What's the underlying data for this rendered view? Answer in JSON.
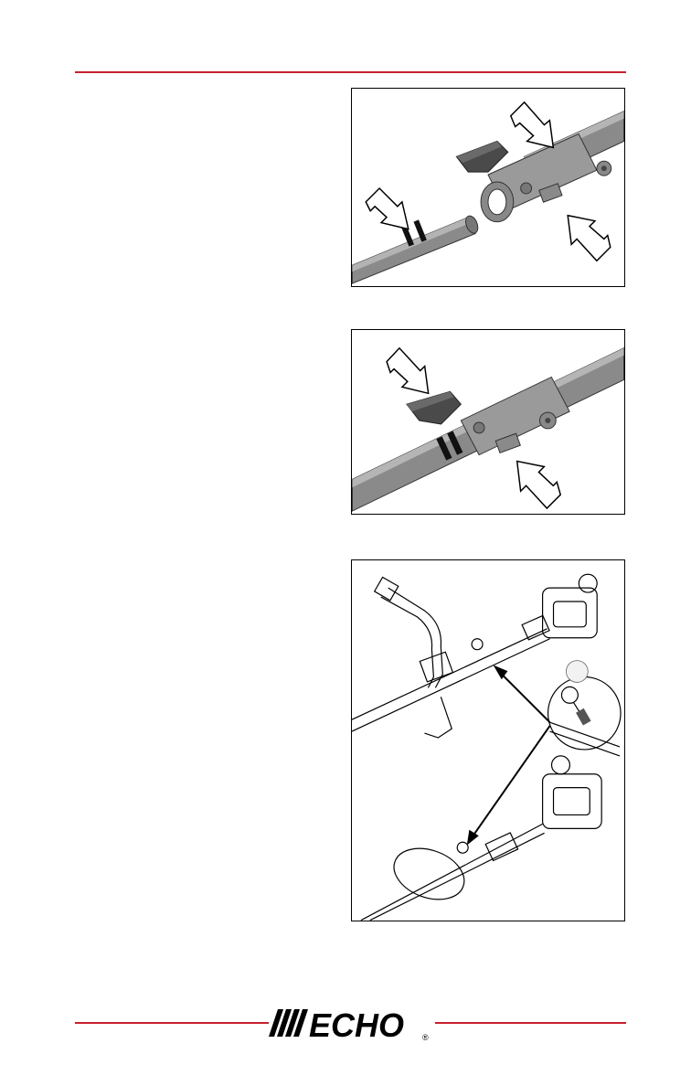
{
  "brand": {
    "name": "ECHO",
    "registered_mark": "®",
    "accent_color": "#c8202f"
  },
  "figures": [
    {
      "id": "coupler-separated",
      "icon": "coupler-separated-illustration"
    },
    {
      "id": "coupler-joined",
      "icon": "coupler-joined-illustration"
    },
    {
      "id": "trimmer-handle-pin",
      "icon": "trimmer-assembly-illustration"
    }
  ]
}
